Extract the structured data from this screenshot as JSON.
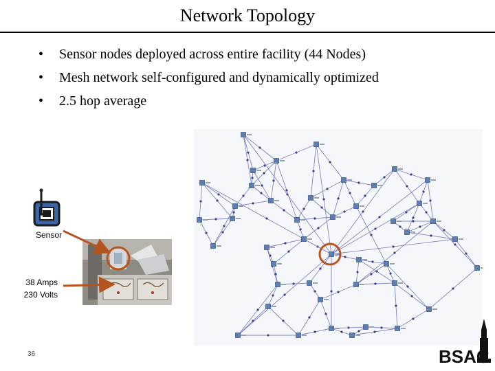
{
  "slide": {
    "title": "Network Topology",
    "bullets": [
      "Sensor nodes deployed across entire facility (44 Nodes)",
      "Mesh network self-configured and dynamically optimized",
      "2.5 hop average"
    ],
    "sensor_label": "Sensor",
    "amps_label": "38 Amps",
    "volts_label": "230 Volts",
    "slide_number": "36",
    "logo_text": "BSAC"
  },
  "colors": {
    "title_rule": "#000000",
    "annotation_brown": "#b5541f",
    "node_blue": "#5b7fb4",
    "link": "#7f86c4"
  }
}
